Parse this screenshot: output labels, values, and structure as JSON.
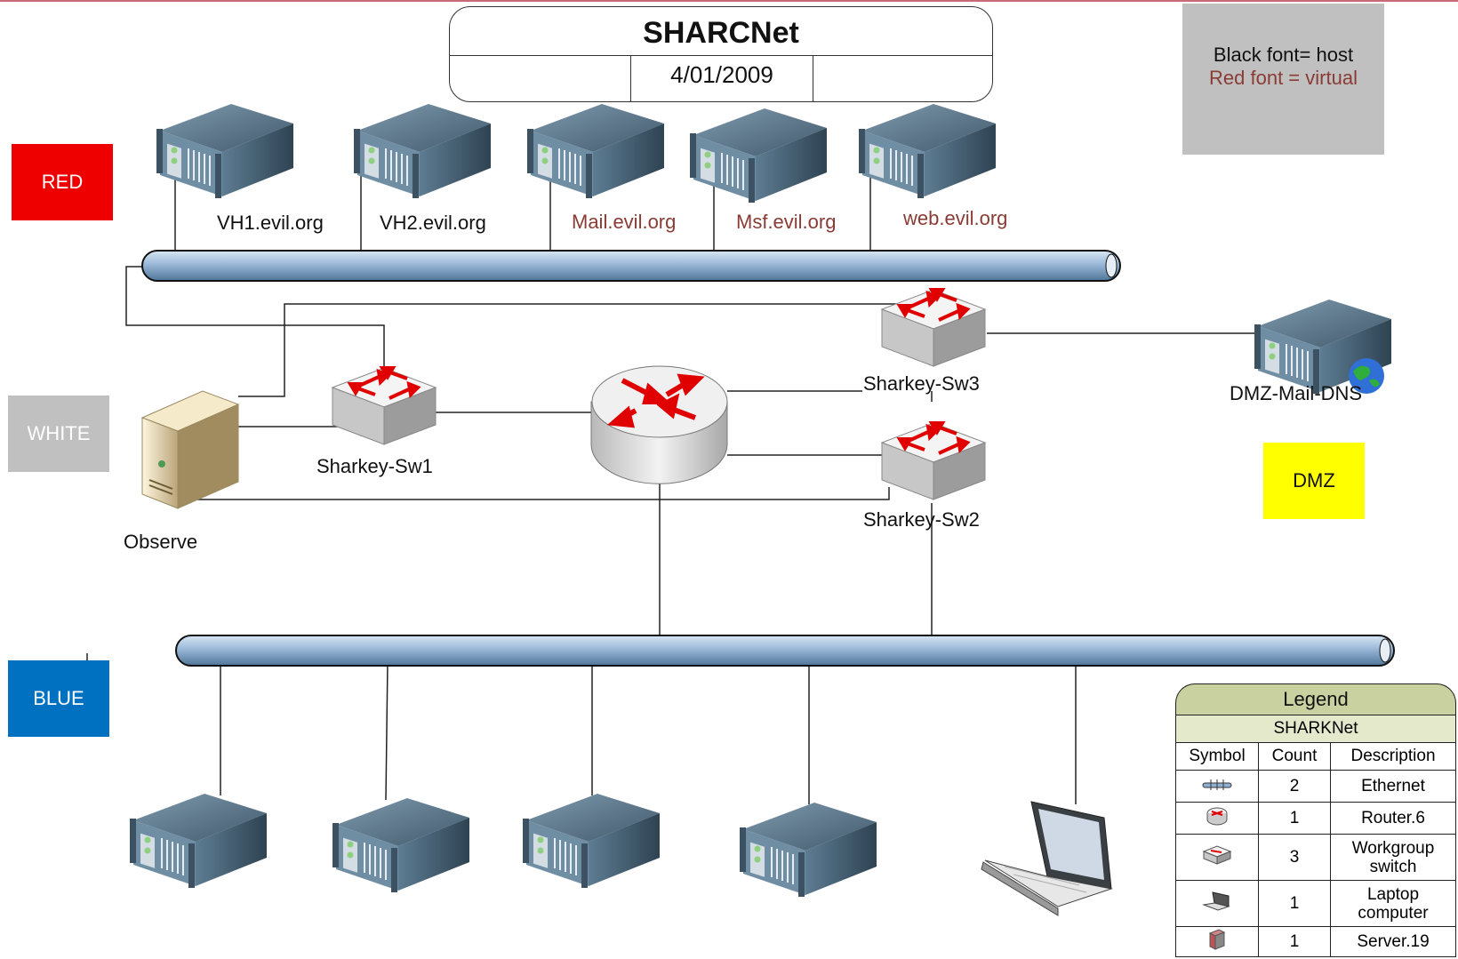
{
  "title": "SHARCNet",
  "date": "4/01/2009",
  "key": {
    "host_text": "Black font= host",
    "virtual_text": "Red font = virtual"
  },
  "zones": {
    "red": "RED",
    "white": "WHITE",
    "blue": "BLUE",
    "dmz": "DMZ"
  },
  "hosts": {
    "vh1": "VH1.evil.org",
    "vh2": "VH2.evil.org",
    "mail": "Mail.evil.org",
    "msf": "Msf.evil.org",
    "web": "web.evil.org",
    "dmz": "DMZ-Mail-DNS",
    "observe": "Observe"
  },
  "switches": {
    "sw1": "Sharkey-Sw1",
    "sw2": "Sharkey-Sw2",
    "sw3": "Sharkey-Sw3"
  },
  "legend": {
    "title": "Legend",
    "subtitle": "SHARKNet",
    "columns": [
      "Symbol",
      "Count",
      "Description"
    ],
    "rows": [
      {
        "icon": "ethernet-icon",
        "count": "2",
        "description": "Ethernet"
      },
      {
        "icon": "router-icon",
        "count": "1",
        "description": "Router.6"
      },
      {
        "icon": "workgroup-switch-icon",
        "count": "3",
        "description": "Workgroup switch"
      },
      {
        "icon": "laptop-icon",
        "count": "1",
        "description": "Laptop computer"
      },
      {
        "icon": "server-icon",
        "count": "1",
        "description": "Server.19"
      }
    ]
  },
  "colors": {
    "red_zone": "#ee0000",
    "white_zone": "#c0c0c0",
    "blue_zone": "#0070c0",
    "dmz_zone": "#ffff00",
    "virtual_text": "#8a3b34",
    "bus": "#8fb0d2"
  }
}
